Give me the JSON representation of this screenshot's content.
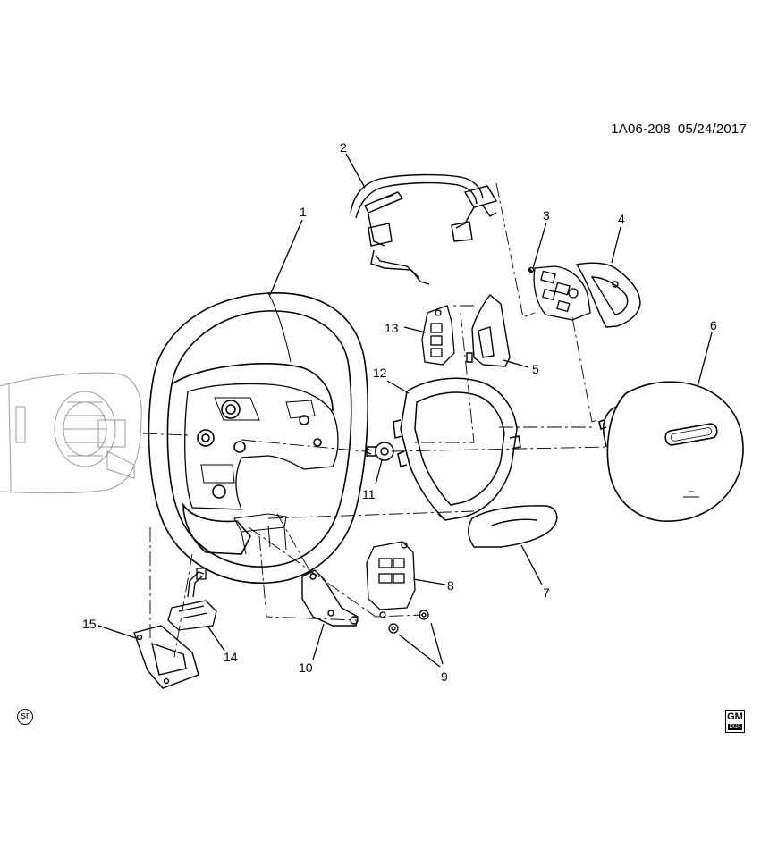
{
  "header": {
    "diagram_id": "1A06-208",
    "date": "05/24/2017"
  },
  "callouts": {
    "c1": "1",
    "c2": "2",
    "c3": "3",
    "c4": "4",
    "c5": "5",
    "c6": "6",
    "c7": "7",
    "c8": "8",
    "c9": "9",
    "c10": "10",
    "c11": "11",
    "c12": "12",
    "c13": "13",
    "c14": "14",
    "c15": "15"
  },
  "footer": {
    "sr_label": "sr",
    "logo_top": "GM",
    "logo_bottom": "DGA"
  },
  "icons": {
    "sr_badge": "sr-badge-icon",
    "gm_logo": "gm-logo-icon"
  },
  "colors": {
    "line": "#000000",
    "light_line": "#9a9a9a",
    "background": "#ffffff"
  }
}
